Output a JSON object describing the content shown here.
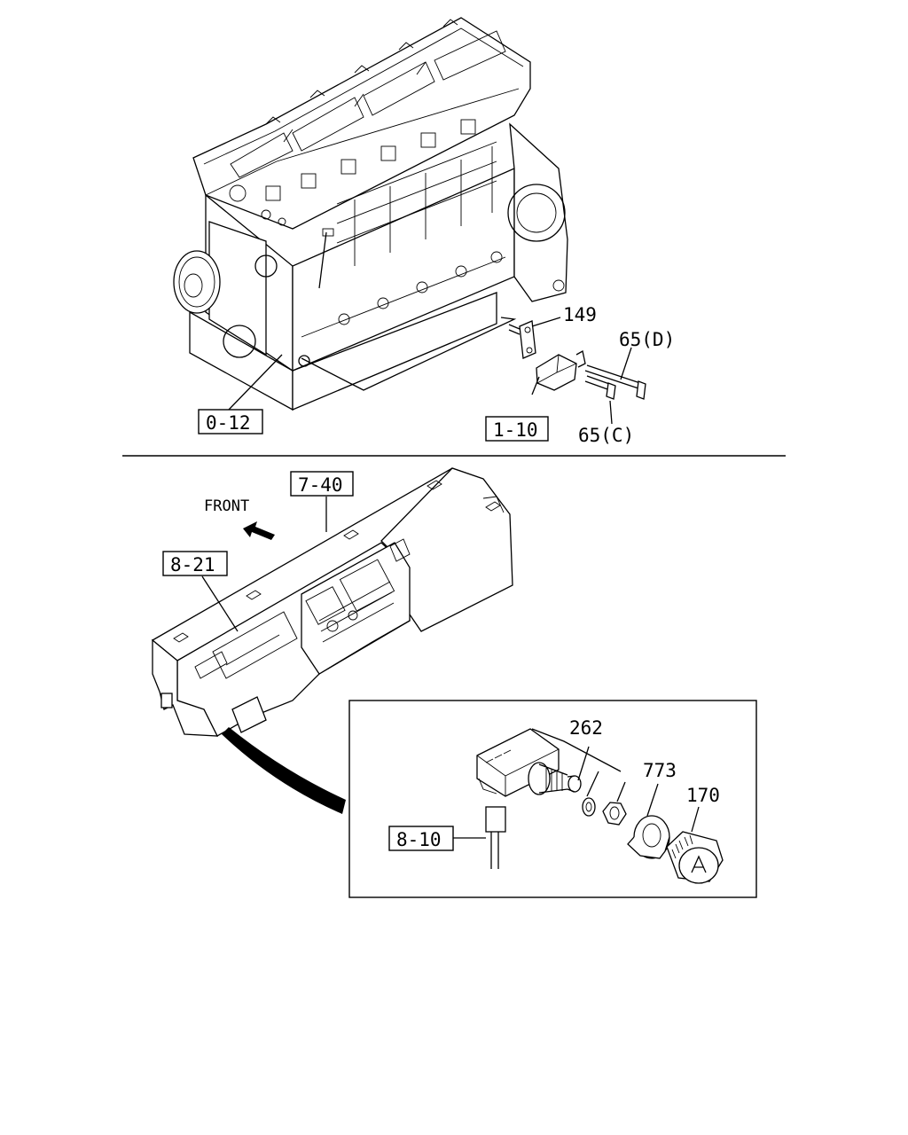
{
  "engine_section": {
    "callouts": {
      "ref_engine": "0-12",
      "ref_sensor": "1-10",
      "part_bracket": "149",
      "part_bolt_d": "65(D)",
      "part_bolt_c": "65(C)"
    }
  },
  "dashboard_section": {
    "front_label": "FRONT",
    "callouts": {
      "ref_dashboard": "7-40",
      "ref_panel": "8-21"
    }
  },
  "detail_box": {
    "callouts": {
      "part_switch": "262",
      "part_nut": "773",
      "part_knob": "170",
      "ref_harness": "8-10"
    }
  }
}
